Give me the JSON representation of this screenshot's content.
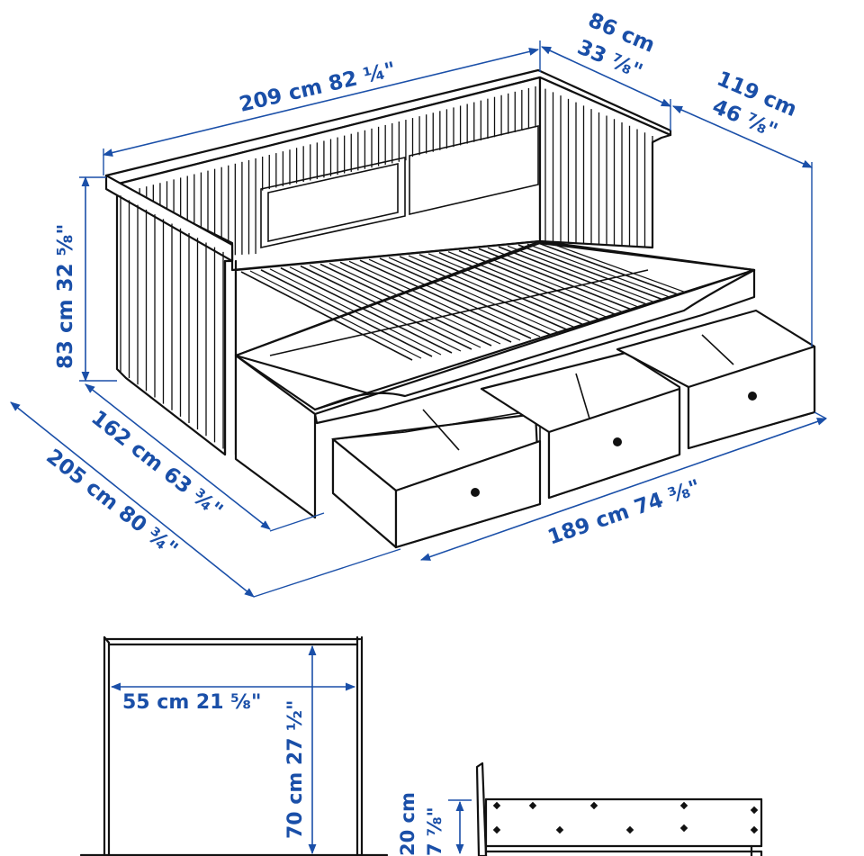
{
  "dimensions": {
    "length": "209 cm 82 ¼\"",
    "depth_top": "86 cm",
    "depth_top_in": "33 ⅞\"",
    "depth_open": "119 cm",
    "depth_open_in": "46 ⅞\"",
    "height": "83 cm 32 ⅝\"",
    "inner_depth": "162 cm 63 ¾\"",
    "outer_depth": "205 cm 80 ¾\"",
    "drawer_span": "189 cm 74 ⅜\"",
    "seat_height_width": "55 cm 21 ⅝\"",
    "back_height": "70 cm 27 ½\"",
    "drawer_height": "20 cm",
    "drawer_height_in": "7 ⅞\""
  },
  "colors": {
    "dimension_text": "#1a4fa8",
    "line_art": "#111111",
    "background": "#ffffff"
  }
}
